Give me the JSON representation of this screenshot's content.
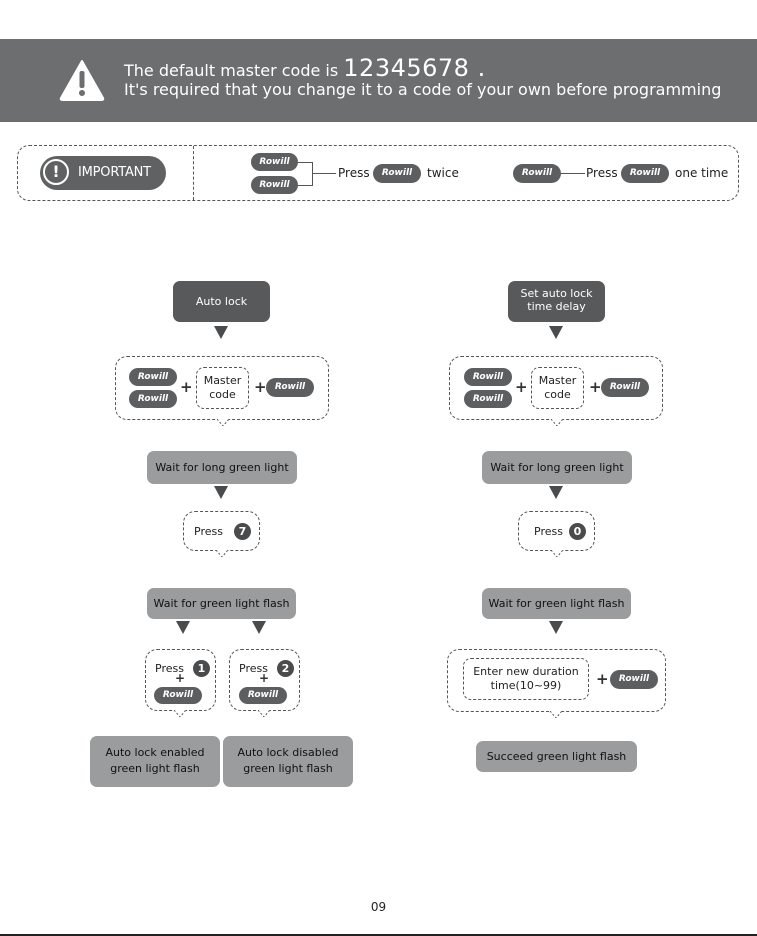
{
  "banner": {
    "line1_prefix": "The default master code is ",
    "code": "12345678",
    "line1_suffix": " .",
    "line2": "It's required that you change it to a code of your own before programming"
  },
  "important": {
    "badge_mark": "!",
    "badge_label": "IMPORTANT",
    "brand": "Rowill",
    "press_label": "Press",
    "twice_label": "twice",
    "one_time_label": "one time"
  },
  "left_flow": {
    "title": "Auto lock",
    "master_code": "Master code",
    "wait_long": "Wait for long green light",
    "press_label": "Press",
    "press_number": "7",
    "wait_flash": "Wait for green light flash",
    "option1_number": "1",
    "option2_number": "2",
    "result_enabled": "Auto lock enabled green light flash",
    "result_disabled": "Auto lock disabled green light flash"
  },
  "right_flow": {
    "title": "Set auto lock time delay",
    "master_code": "Master code",
    "wait_long": "Wait for long green light",
    "press_label": "Press",
    "press_number": "0",
    "wait_flash": "Wait for green light flash",
    "enter_duration": "Enter new duration time(10~99)",
    "result": "Succeed green light flash"
  },
  "page_number": "09",
  "colors": {
    "banner": "#6c6e70",
    "dark_box": "#58595b",
    "grey_box": "#9b9c9e",
    "pill": "#5c5e60"
  }
}
